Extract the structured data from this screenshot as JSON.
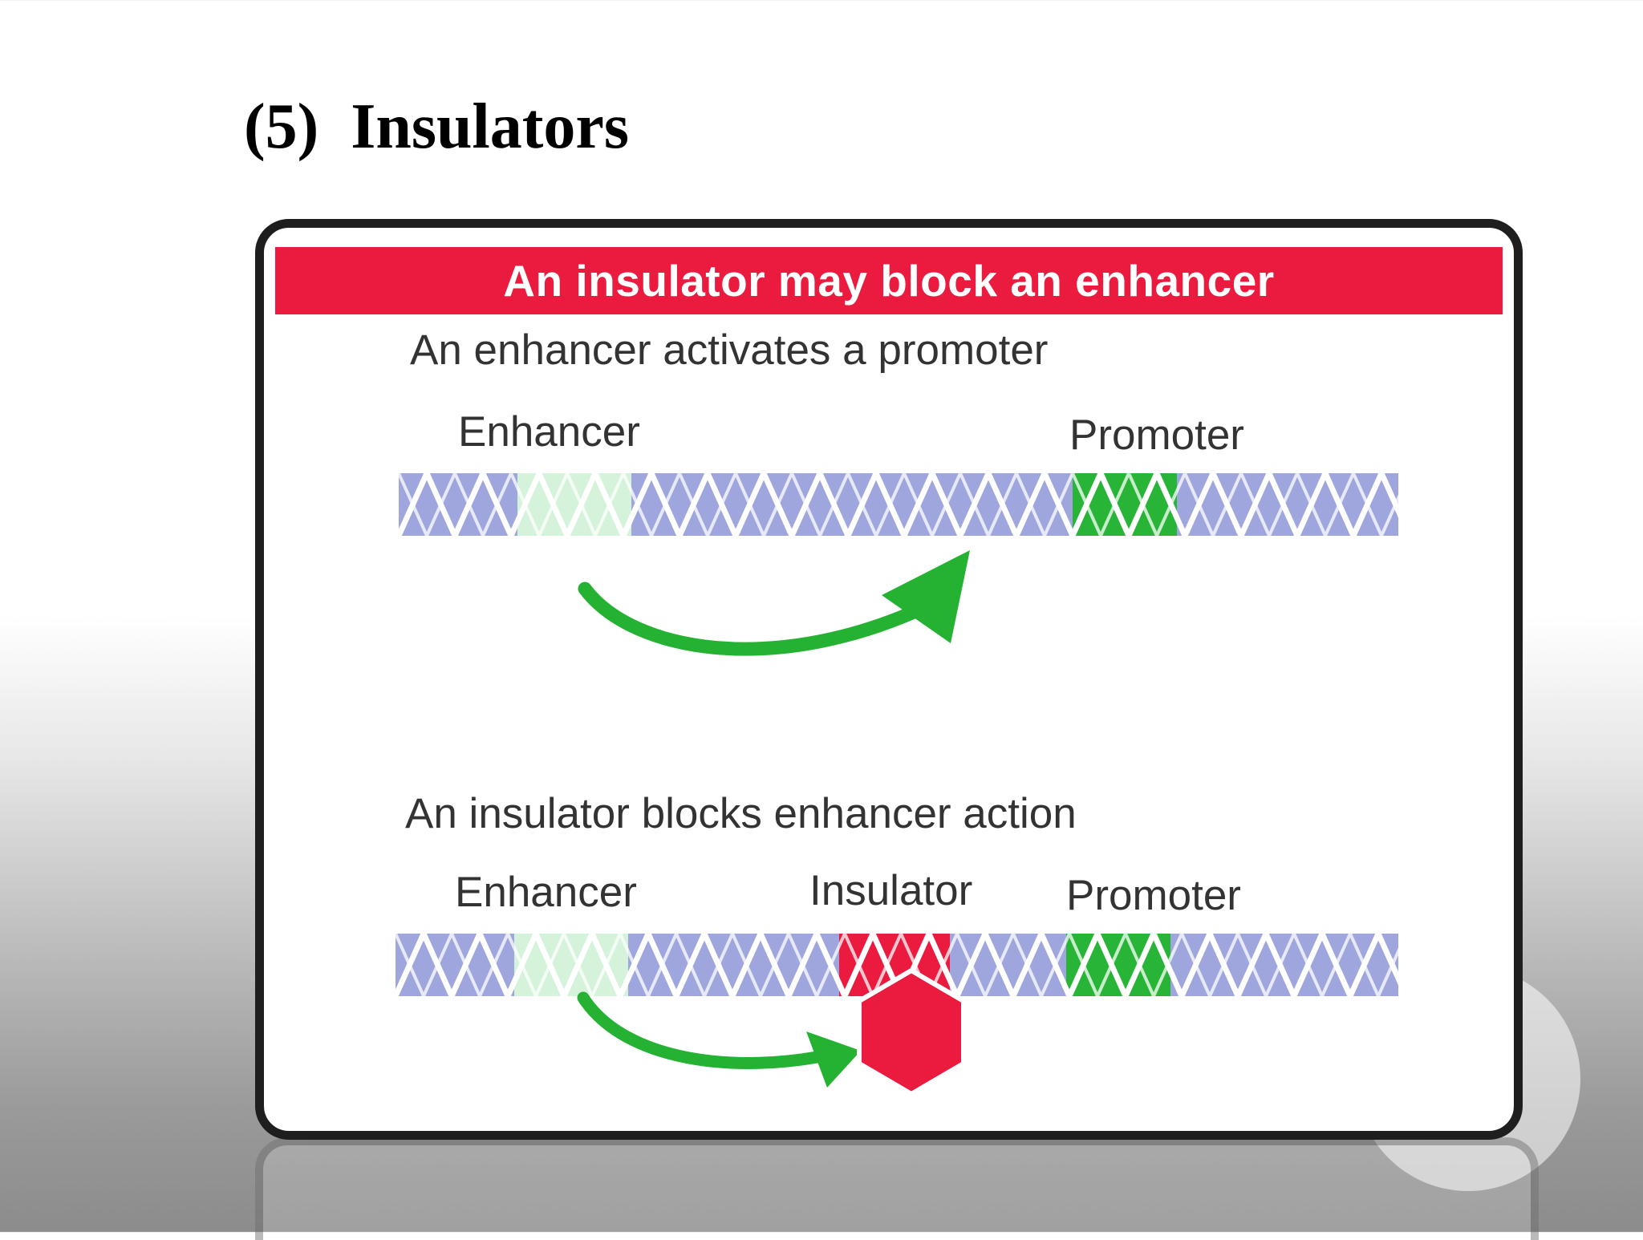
{
  "slide": {
    "title": "(5)  Insulators"
  },
  "diagram": {
    "header": "An insulator may block an enhancer",
    "panel_top": {
      "caption": "An enhancer activates a promoter",
      "enhancer_label": "Enhancer",
      "promoter_label": "Promoter"
    },
    "panel_bottom": {
      "caption": "An insulator blocks enhancer action",
      "enhancer_label": "Enhancer",
      "insulator_label": "Insulator",
      "promoter_label": "Promoter"
    }
  },
  "colors": {
    "dna": "#9fa6de",
    "enhancer": "#d4f3da",
    "promoter": "#27b437",
    "insulator": "#ea1b3f",
    "arrow": "#25b232",
    "header": "#ea1b3f"
  },
  "icons": [
    "dna-strand",
    "activation-arrow",
    "blocked-arrow",
    "insulator-hexagon"
  ]
}
